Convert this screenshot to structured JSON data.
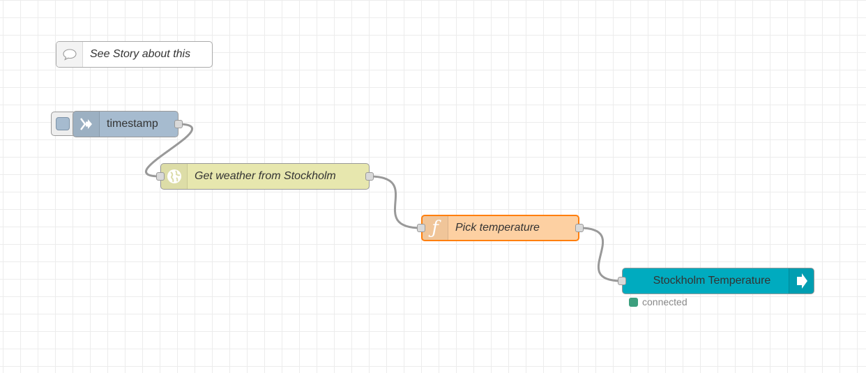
{
  "colors": {
    "inject_node": "#a6bbcf",
    "http_node": "#e7e7ae",
    "function_node": "#fdd0a2",
    "function_selected_border": "#ff7f0e",
    "output_node": "#00abbf",
    "wire": "#999999",
    "status_connected": "#3c9f7e"
  },
  "comment_node": {
    "label": "See Story about this",
    "icon": "comment-icon"
  },
  "inject_node": {
    "label": "timestamp",
    "icon": "arrow-in-icon"
  },
  "http_node": {
    "label": "Get weather from Stockholm",
    "icon": "globe-icon"
  },
  "function_node": {
    "label": "Pick temperature",
    "icon": "function-icon",
    "icon_glyph": "ƒ"
  },
  "output_node": {
    "label": "Stockholm Temperature",
    "icon": "arrow-out-icon"
  },
  "output_status": {
    "text": "connected"
  }
}
